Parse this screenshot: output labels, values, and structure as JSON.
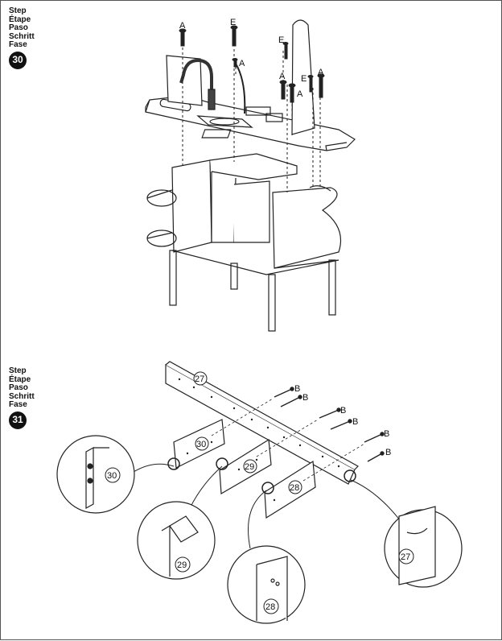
{
  "step_labels": [
    "Step",
    "Étape",
    "Paso",
    "Schritt",
    "Fase"
  ],
  "step30": {
    "number": "30"
  },
  "step31": {
    "number": "31"
  },
  "hardware": {
    "a": "A",
    "b": "B",
    "e": "E"
  },
  "parts": {
    "p27": "27",
    "p28": "28",
    "p29": "29",
    "p30": "30"
  }
}
